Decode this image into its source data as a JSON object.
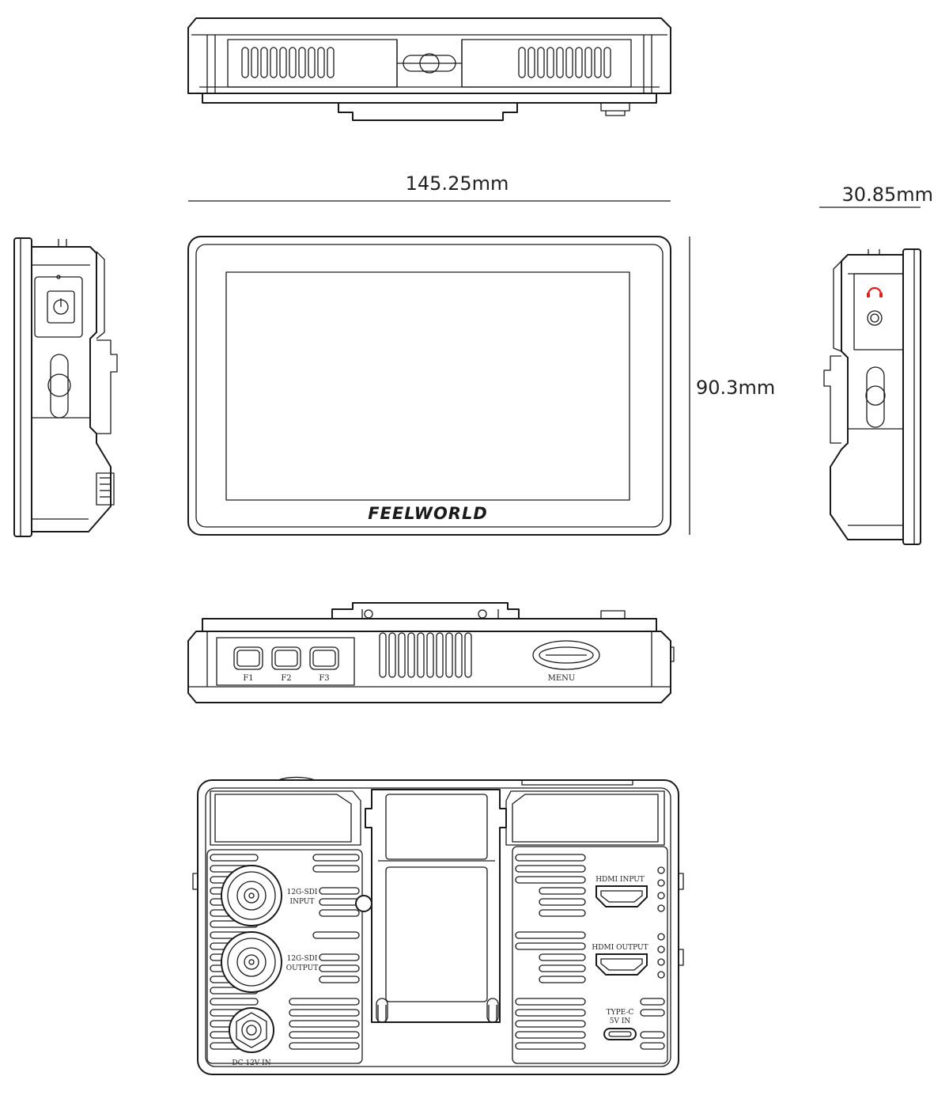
{
  "dimensions": {
    "width": "145.25mm",
    "height": "90.3mm",
    "depth": "30.85mm"
  },
  "brand": {
    "logo_text": "FEELWORLD"
  },
  "bottom_buttons": [
    "F1",
    "F2",
    "F3"
  ],
  "bottom_menu_label": "MENU",
  "back_ports": {
    "sdi_input": [
      "12G-SDI",
      "INPUT"
    ],
    "sdi_output": [
      "12G-SDI",
      "OUTPUT"
    ],
    "dc_in": "DC 12V IN",
    "hdmi_input": "HDMI INPUT",
    "hdmi_output": "HDMI OUTPUT",
    "typec": [
      "TYPE-C",
      "5V IN"
    ]
  },
  "icons": {
    "headphone_icon_color": "#e02020"
  }
}
